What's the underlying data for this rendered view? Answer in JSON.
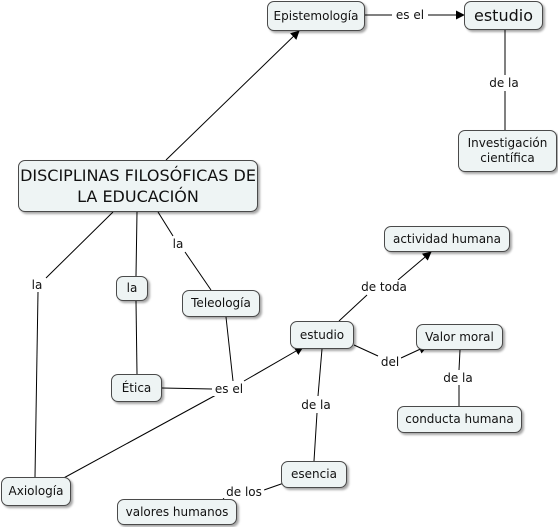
{
  "nodes": {
    "main": "DISCIPLINAS FILOSÓFICAS DE LA EDUCACIÓN",
    "epistemologia": "Epistemología",
    "estudio_top": "estudio",
    "investigacion": "Investigación científica",
    "la_node": "la",
    "teleologia": "Teleología",
    "etica": "Ética",
    "axiologia": "Axiología",
    "estudio_mid": "estudio",
    "actividad": "actividad humana",
    "valor_moral": "Valor moral",
    "conducta": "conducta humana",
    "esencia": "esencia",
    "valores": "valores humanos"
  },
  "links": {
    "es_el_top": "es el",
    "de_la_top": "de la",
    "la_left": "la",
    "la_tele": "la",
    "es_el_mid": "es el",
    "de_toda": "de toda",
    "del": "del",
    "de_la_valor": "de la",
    "de_la_esencia": "de la",
    "de_los": "de los"
  }
}
